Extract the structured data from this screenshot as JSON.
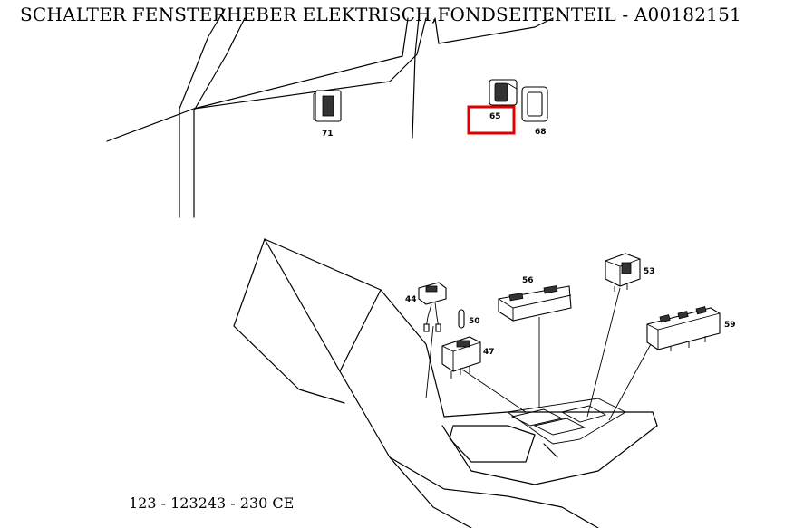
{
  "title": "SCHALTER FENSTERHEBER ELEKTRISCH,FONDSEITENTEIL - A00182151",
  "footer": "123 - 123243 - 230 CE",
  "parts": {
    "p71": "71",
    "p65": "65",
    "p68": "68",
    "p56": "56",
    "p53": "53",
    "p44": "44",
    "p50": "50",
    "p47": "47",
    "p59": "59"
  },
  "highlight": {
    "part": "65",
    "color": "#e00000"
  }
}
